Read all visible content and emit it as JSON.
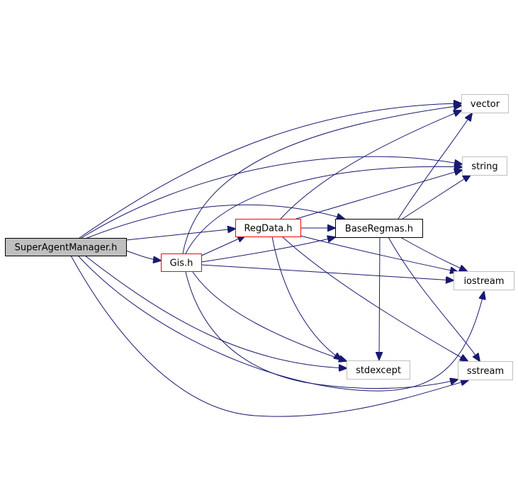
{
  "nodes": {
    "superagentmanager": {
      "label": "SuperAgentManager.h",
      "fill": "#bfbfbf",
      "stroke": "#000000"
    },
    "gis": {
      "label": "Gis.h",
      "fill": "#ffffff",
      "stroke": "#ff0000"
    },
    "regdata": {
      "label": "RegData.h",
      "fill": "#ffffff",
      "stroke": "#ff0000"
    },
    "baseregmas": {
      "label": "BaseRegmas.h",
      "fill": "#ffffff",
      "stroke": "#000000"
    },
    "vector": {
      "label": "vector",
      "fill": "#ffffff",
      "stroke": "#bfbfbf"
    },
    "string": {
      "label": "string",
      "fill": "#ffffff",
      "stroke": "#bfbfbf"
    },
    "iostream": {
      "label": "iostream",
      "fill": "#ffffff",
      "stroke": "#bfbfbf"
    },
    "stdexcept": {
      "label": "stdexcept",
      "fill": "#ffffff",
      "stroke": "#bfbfbf"
    },
    "sstream": {
      "label": "sstream",
      "fill": "#ffffff",
      "stroke": "#bfbfbf"
    }
  },
  "edge_color": "#191970"
}
